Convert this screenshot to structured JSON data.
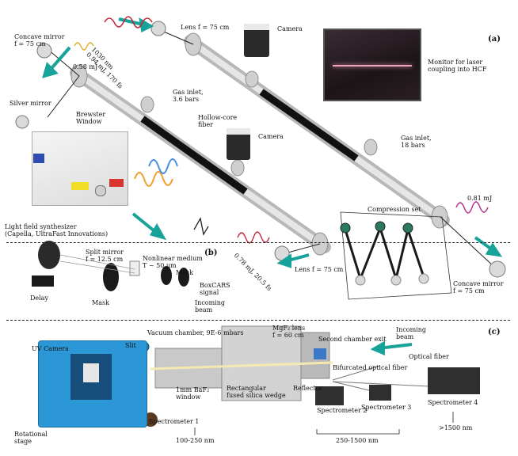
{
  "panels": {
    "a": "(a)",
    "b": "(b)",
    "c": "(c)"
  },
  "labels": {
    "concave_mirror_top": [
      "Concave mirror",
      "f = 75 cm"
    ],
    "lens_top": "Lens f = 75 cm",
    "camera_top": "Camera",
    "monitor": [
      "Monitor for laser",
      "coupling into HCF"
    ],
    "pulse_in": [
      "1030 nm",
      "0.94 mJ, 170 fs"
    ],
    "energy_058": "0.58 mJ",
    "silver_mirror": "Silver mirror",
    "brewster": [
      "Brewster",
      "Window"
    ],
    "gas_inlet_left": [
      "Gas inlet,",
      "3.6 bars"
    ],
    "hollow_core": [
      "Hollow-core",
      "fiber"
    ],
    "camera_mid": "Camera",
    "gas_inlet_right": [
      "Gas inlet,",
      "18 bars"
    ],
    "energy_081": "0.81 mJ",
    "compression_set": "Compression set",
    "lfs": [
      "Light field synthesizer",
      "(Capella, UltraFast Innovations)"
    ],
    "split_mirror": [
      "Split mirror",
      "f = 12.5 cm"
    ],
    "nonlinear": [
      "Nonlinear medium",
      "T ~ 50 μm"
    ],
    "mask_right": "Mask",
    "boxcars": [
      "BoxCARS",
      "signal"
    ],
    "incoming_beam_b": [
      "Incoming",
      "beam"
    ],
    "delay": "Delay",
    "mask_left": "Mask",
    "pulse_out": [
      "0.78 mJ, 20.5 fs"
    ],
    "lens_bottom": "Lens f = 75 cm",
    "concave_mirror_bottom": [
      "Concave mirror",
      "f = 75 cm"
    ],
    "vacuum": "Vacuum chamber, 9E-6 mbars",
    "mgf2": [
      "MgF₂ lens",
      "f = 60 cm"
    ],
    "second_exit": "Second chamber exit",
    "incoming_beam_c": [
      "Incoming",
      "beam"
    ],
    "uv_camera": "UV Camera",
    "slit": "Slit",
    "bifurcated": "Bifurcated optical fiber",
    "optical_fiber": "Optical fiber",
    "baf2": [
      "1mm BaF₂",
      "window"
    ],
    "rect_wedge": [
      "Rectangular",
      "fused silica wedge"
    ],
    "reflector": "Reflector",
    "spec2": "Spectrometer 2",
    "spec3": "Spectrometer 3",
    "spec4": "Spectrometer 4",
    "spec1": "Spectrometer 1",
    "range1": "100-250 nm",
    "range23": "250-1500 nm",
    "range4": ">1500 nm",
    "rot_stage": [
      "Rotational",
      "stage"
    ]
  },
  "colors": {
    "arrow_teal": "#17a39a",
    "uv_camera_blue": "#2b97d6",
    "pulse_red": "#c0283a",
    "pulse_magenta": "#b02a8a",
    "fiber_black": "#1a1a1a"
  }
}
